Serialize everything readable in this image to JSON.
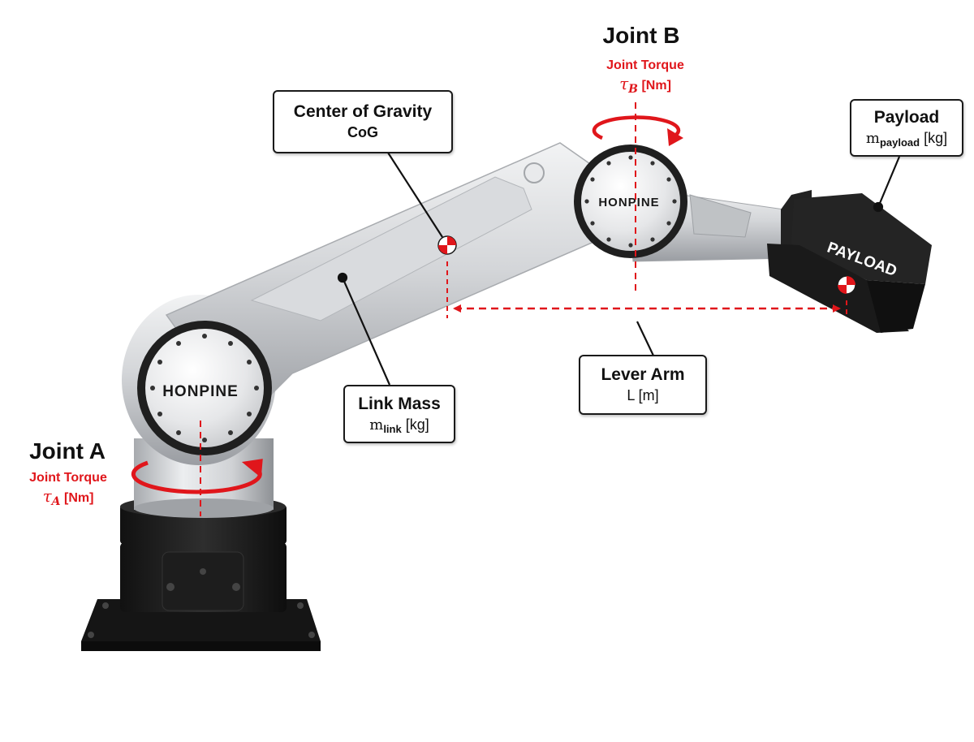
{
  "joint_a": {
    "title": "Joint A",
    "torque_label": "Joint Torque",
    "symbol": "τ",
    "subscript": "A",
    "unit": "[Nm]"
  },
  "joint_b": {
    "title": "Joint B",
    "torque_label": "Joint Torque",
    "symbol": "τ",
    "subscript": "B",
    "unit": "[Nm]"
  },
  "cog": {
    "title": "Center of Gravity",
    "abbr": "CoG"
  },
  "link_mass": {
    "title": "Link Mass",
    "symbol": "m",
    "subscript": "link",
    "unit": "[kg]"
  },
  "lever_arm": {
    "title": "Lever Arm",
    "symbol": "L",
    "unit": "[m]"
  },
  "payload": {
    "title": "Payload",
    "symbol": "m",
    "subscript": "payload",
    "unit": "[kg]",
    "body_text": "PAYLOAD"
  },
  "brand": "HONPINE",
  "colors": {
    "accent_red": "#e0161b",
    "arm_silver": "#c8cacd",
    "base_black": "#1c1c1c"
  }
}
